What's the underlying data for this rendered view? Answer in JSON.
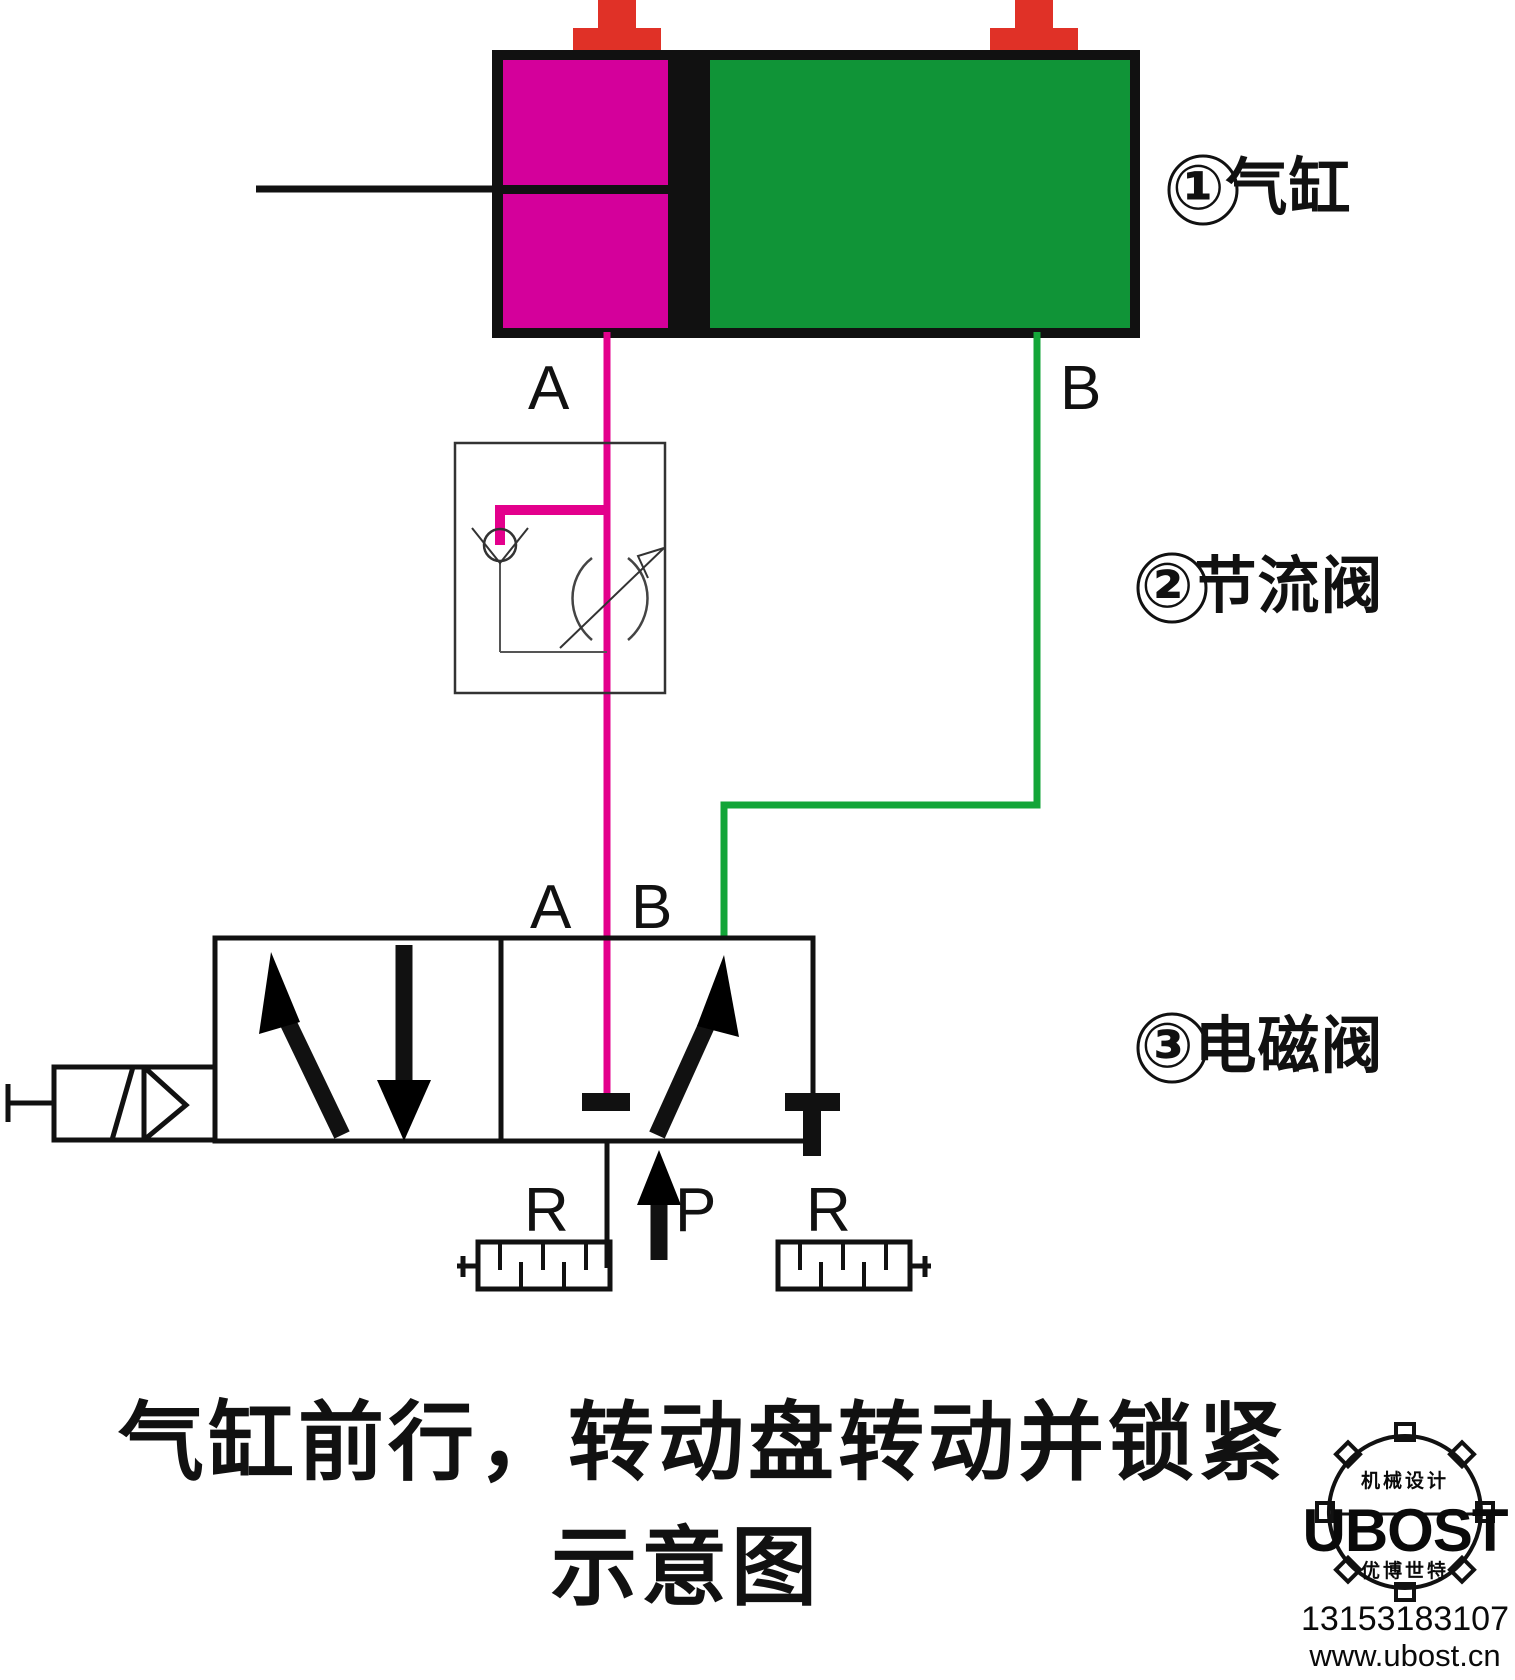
{
  "diagram": {
    "title": "气缸前行，转动盘转动并锁紧 示意图",
    "caption_line1": "气缸前行，转动盘转动并锁紧",
    "caption_line2": "示意图",
    "colors": {
      "cylinder_body": "#111111",
      "piston_left_chamber": "#d4009b",
      "piston_right_chamber": "#109437",
      "port_fitting": "#e03127",
      "line_a": "#e3008c",
      "line_b": "#13a538",
      "outline": "#111111",
      "background": "#ffffff"
    }
  },
  "legend": {
    "items": [
      {
        "number": "①",
        "label": "气缸",
        "text": "①气缸"
      },
      {
        "number": "②",
        "label": "节流阀",
        "text": "②节流阀"
      },
      {
        "number": "③",
        "label": "电磁阀",
        "text": "③电磁阀"
      }
    ]
  },
  "cylinder": {
    "name": "气缸",
    "left_chamber_color": "#d4009b",
    "right_chamber_color": "#109437",
    "top_ports": [
      {
        "name": "port-a-fitting",
        "color": "#e03127"
      },
      {
        "name": "port-b-fitting",
        "color": "#e03127"
      }
    ],
    "rod": {
      "name": "piston-rod"
    }
  },
  "throttle_valve": {
    "name": "节流阀",
    "elements": [
      "check-valve-ball",
      "needle-valve",
      "dashed-enclosure"
    ]
  },
  "solenoid_valve": {
    "name": "电磁阀",
    "type": "5/2-way",
    "actuator": "solenoid",
    "positions": 2
  },
  "port_labels": {
    "cylinder_a": "A",
    "cylinder_b": "B",
    "valve_a": "A",
    "valve_b": "B",
    "exhaust_left": "R",
    "pressure": "P",
    "exhaust_right": "R"
  },
  "silencers": [
    {
      "name": "silencer-left"
    },
    {
      "name": "silencer-right"
    }
  ],
  "logo": {
    "brand": "UBOST",
    "top_text": "机械设计",
    "bottom_text": "优博世特",
    "phone": "13153183107",
    "url": "www.ubost.cn"
  }
}
